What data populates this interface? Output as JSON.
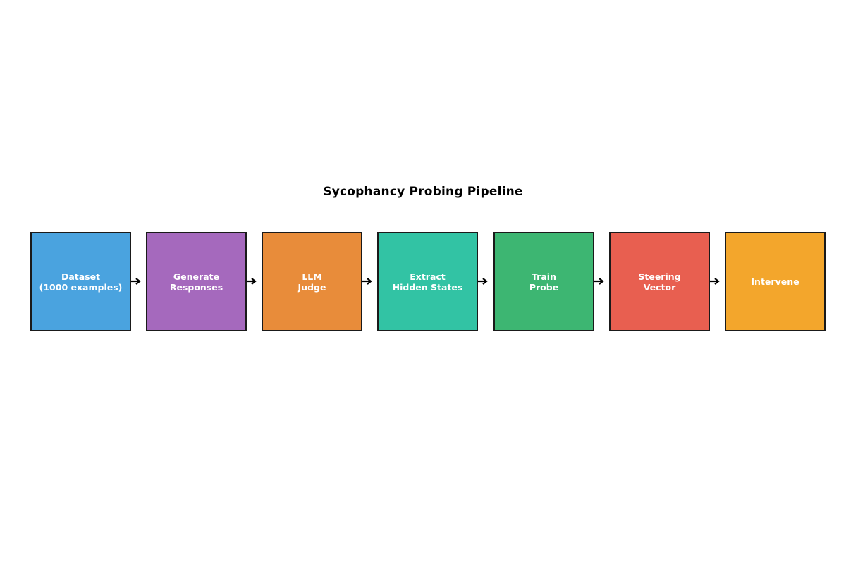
{
  "title": "Sycophancy Probing Pipeline",
  "steps": [
    {
      "label": "Dataset\n(1000 examples)",
      "color": "#4aa3df"
    },
    {
      "label": "Generate\nResponses",
      "color": "#a569bd"
    },
    {
      "label": "LLM\nJudge",
      "color": "#e88c3a"
    },
    {
      "label": "Extract\nHidden States",
      "color": "#32c3a4"
    },
    {
      "label": "Train\nProbe",
      "color": "#3db672"
    },
    {
      "label": "Steering\nVector",
      "color": "#e85f50"
    },
    {
      "label": "Intervene",
      "color": "#f3a62c"
    }
  ],
  "arrow_color": "#000000"
}
